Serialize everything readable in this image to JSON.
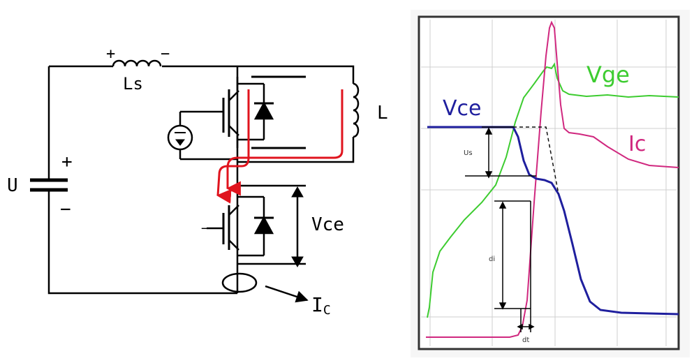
{
  "circuit": {
    "supply_label": "U",
    "supply_plus": "+",
    "supply_minus": "−",
    "inductor_label": "Ls",
    "ls_plus": "+",
    "ls_minus": "−",
    "load_label": "L",
    "vce_label": "Vce",
    "gate_minus": "−",
    "ic_label": "I",
    "ic_sub": "C"
  },
  "scope": {
    "vge_label": "Vge",
    "vce_label": "Vce",
    "ic_label": "Ic",
    "us_label": "Us",
    "di_label": "di",
    "dt_label": "dt",
    "colors": {
      "vge": "#3dcc30",
      "vce": "#1f1f9e",
      "ic": "#d0287f",
      "grid": "#c8c8c8",
      "frame": "#333333",
      "arrow": "#e0141e"
    }
  }
}
